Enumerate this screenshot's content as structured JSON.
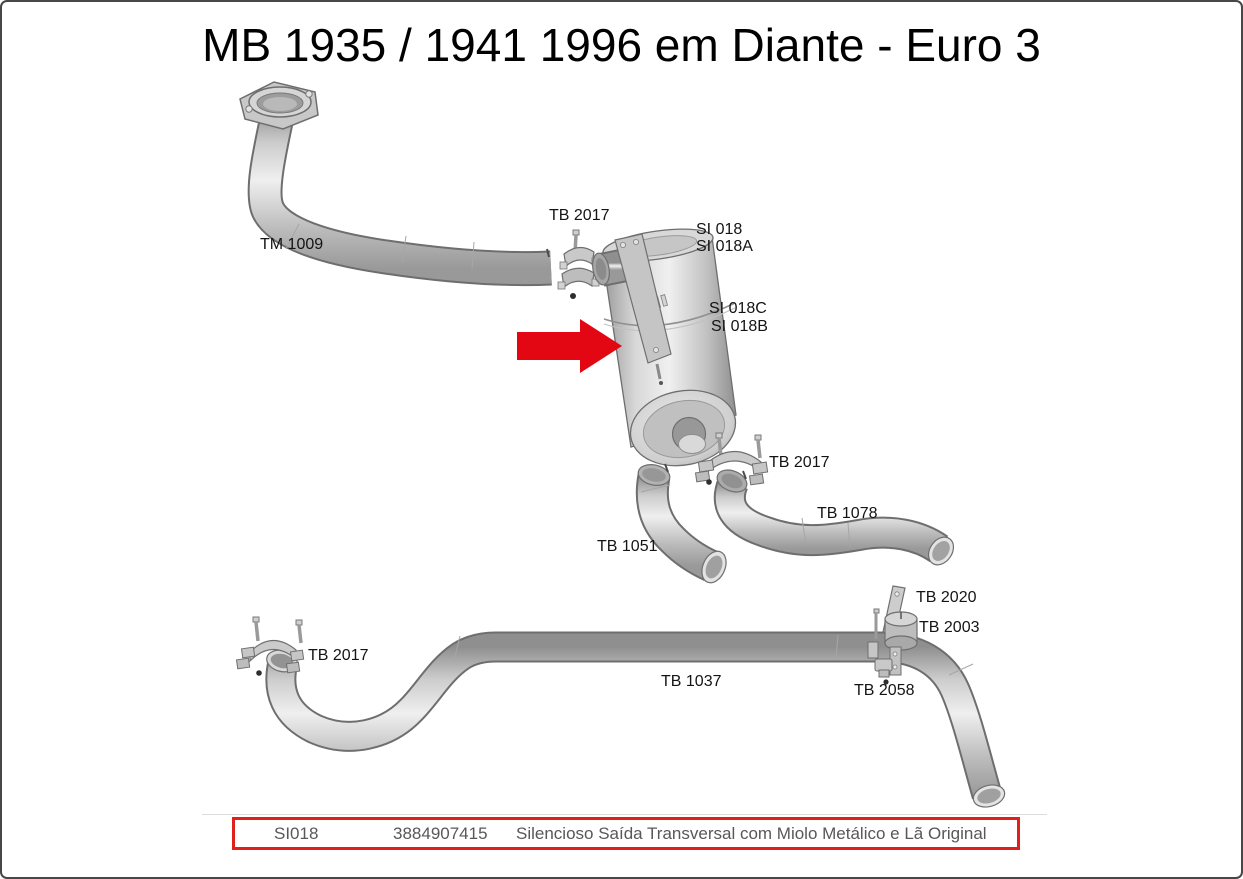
{
  "title": "MB 1935 / 1941 1996 em Diante - Euro 3",
  "labels": [
    {
      "id": "tm-1009",
      "text": "TM 1009"
    },
    {
      "id": "tb-2017-top",
      "text": "TB 2017"
    },
    {
      "id": "si-018",
      "text": "SI 018"
    },
    {
      "id": "si-018a",
      "text": "SI 018A"
    },
    {
      "id": "si-018c",
      "text": "SI 018C"
    },
    {
      "id": "si-018b",
      "text": "SI 018B"
    },
    {
      "id": "tb-2017-mid",
      "text": "TB 2017"
    },
    {
      "id": "tb-1078",
      "text": "TB 1078"
    },
    {
      "id": "tb-1051",
      "text": "TB 1051"
    },
    {
      "id": "tb-2020",
      "text": "TB 2020"
    },
    {
      "id": "tb-2003",
      "text": "TB 2003"
    },
    {
      "id": "tb-2017-bottom",
      "text": "TB 2017"
    },
    {
      "id": "tb-1037",
      "text": "TB 1037"
    },
    {
      "id": "tb-2058",
      "text": "TB 2058"
    }
  ],
  "part_info": {
    "code": "SI018",
    "number": "3884907415",
    "description": "Silencioso Saída Transversal com Miolo Metálico e Lã Original"
  },
  "colors": {
    "highlight_arrow": "#e30613",
    "info_box_border": "#e0201c",
    "info_text": "#58585a",
    "label_text": "#141414",
    "pipe_outline": "#6e6e6e",
    "page_border": "#474747"
  }
}
